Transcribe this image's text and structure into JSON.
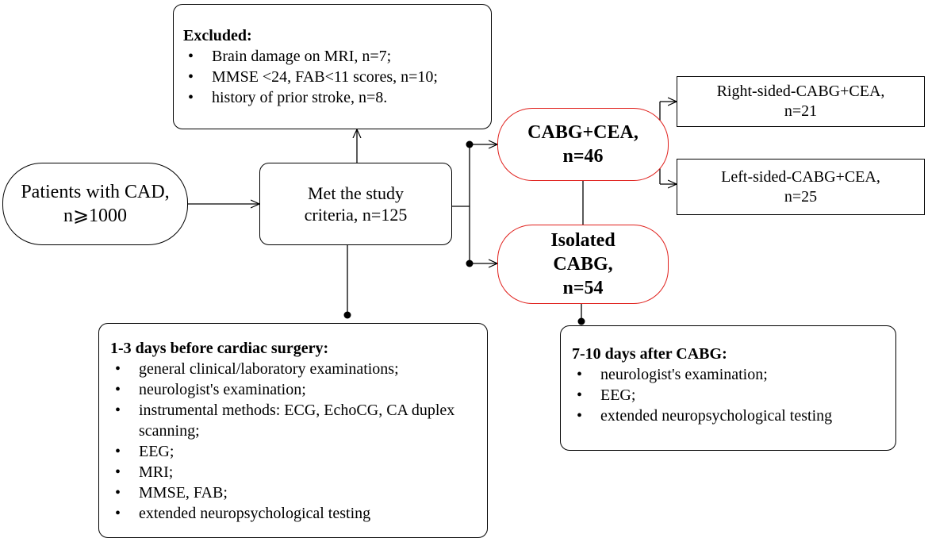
{
  "start": {
    "line1": "Patients with CAD,",
    "line2": "n⩾1000"
  },
  "criteria": {
    "line1": "Met the study",
    "line2": "criteria, n=125"
  },
  "excluded": {
    "title": "Excluded:",
    "items": [
      "Brain damage on MRI, n=7;",
      "MMSE <24, FAB<11 scores, n=10;",
      "history of prior stroke, n=8."
    ]
  },
  "cabg_cea": {
    "line1": "CABG+CEA,",
    "line2": "n=46"
  },
  "isolated": {
    "line1": "Isolated",
    "line2": "CABG,",
    "line3": "n=54"
  },
  "right_sided": {
    "line1": "Right-sided-CABG+CEA,",
    "line2": "n=21"
  },
  "left_sided": {
    "line1": "Left-sided-CABG+CEA,",
    "line2": "n=25"
  },
  "before_surgery": {
    "title": "1-3 days before cardiac surgery:",
    "items": [
      "general clinical/laboratory  examinations;",
      "neurologist's examination;",
      "instrumental methods: ECG, EchoCG, CA duplex scanning;",
      "EEG;",
      "MRI;",
      "MMSE, FAB;",
      "extended neuropsychological testing"
    ]
  },
  "after_cabg": {
    "title": "7-10 days after CABG:",
    "items": [
      "neurologist's examination;",
      "EEG;",
      "extended neuropsychological testing"
    ]
  }
}
